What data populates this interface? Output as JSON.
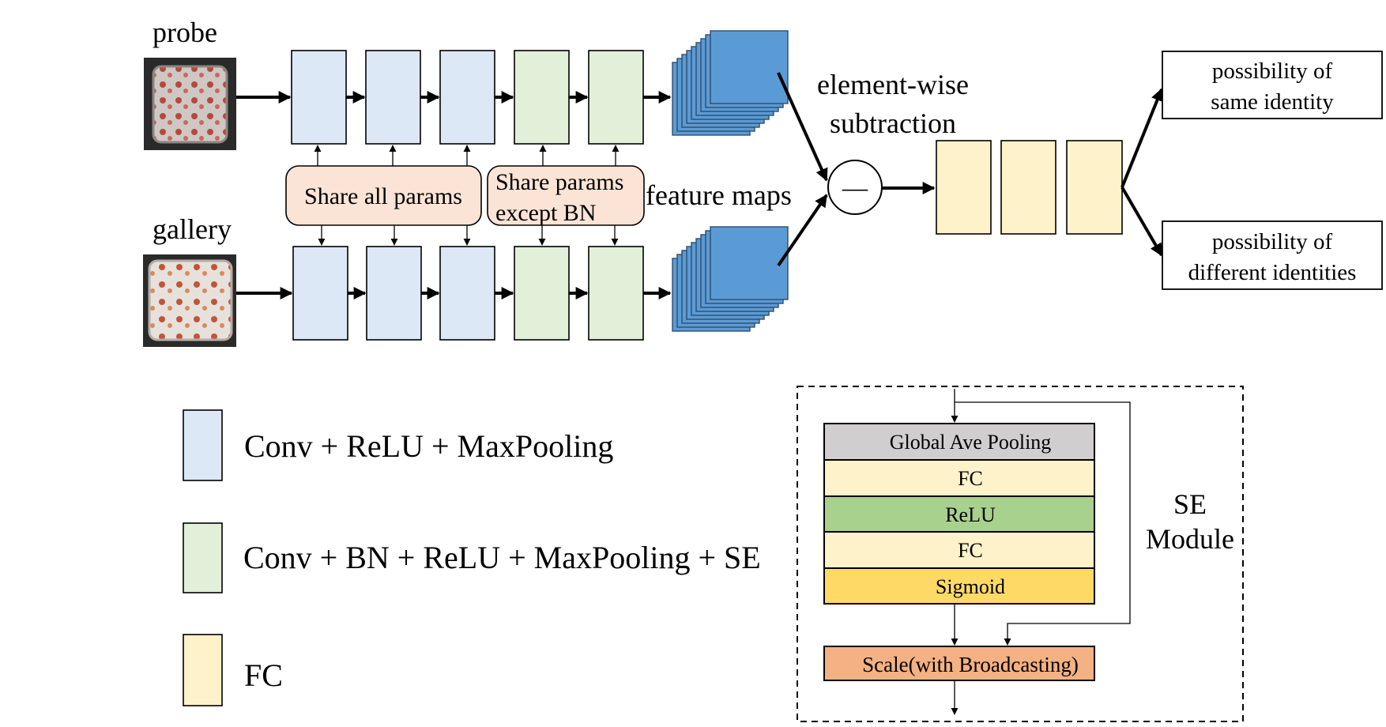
{
  "labels": {
    "probe": "probe",
    "gallery": "gallery",
    "share_all": "Share all params",
    "share_except_line1": "Share params",
    "share_except_line2": "except BN",
    "feature_maps": "feature maps",
    "elementwise_line1": "element-wise",
    "elementwise_line2": "subtraction",
    "minus_symbol": "—",
    "out_same_line1": "possibility of",
    "out_same_line2": "same identity",
    "out_diff_line1": "possibility of",
    "out_diff_line2": "different identities"
  },
  "legend": {
    "blue": "Conv + ReLU + MaxPooling",
    "green": "Conv + BN + ReLU + MaxPooling + SE",
    "yellow": "FC"
  },
  "se_module": {
    "title_line1": "SE",
    "title_line2": "Module",
    "layers": [
      {
        "label": "Global Ave Pooling",
        "color": "#d0cece"
      },
      {
        "label": "FC",
        "color": "#fef2cb"
      },
      {
        "label": "ReLU",
        "color": "#a9d18e"
      },
      {
        "label": "FC",
        "color": "#fef2cb"
      },
      {
        "label": "Sigmoid",
        "color": "#ffd966"
      }
    ],
    "scale": {
      "label": "Scale(with Broadcasting)",
      "color": "#f4b183"
    }
  },
  "colors": {
    "conv_relu_pool": "#dce8f6",
    "conv_bn_relu_pool_se": "#e2efd9",
    "fc": "#fef2cb",
    "share_box": "#fbe4d5",
    "feature_map": "#5b9bd5"
  }
}
